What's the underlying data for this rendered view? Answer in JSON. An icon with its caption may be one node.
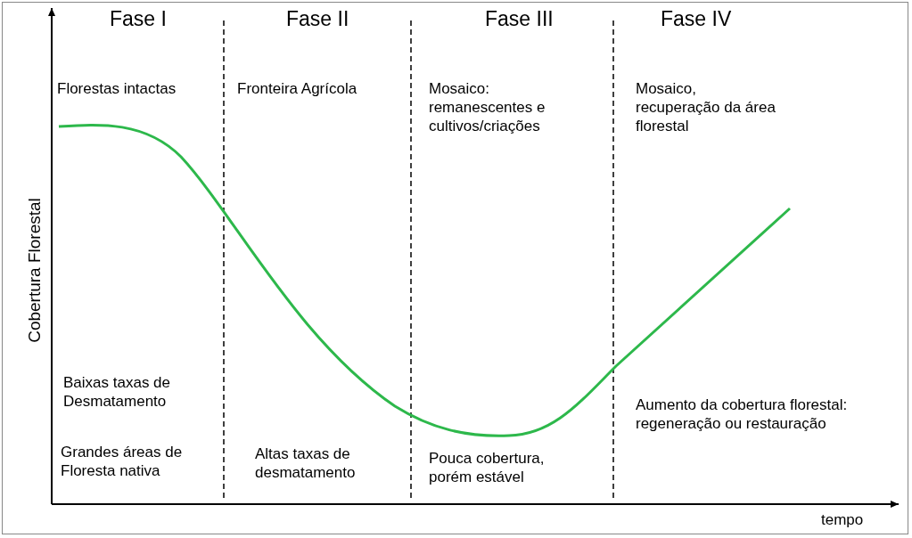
{
  "diagram": {
    "labels": [
      "Fase I",
      "Fase II",
      "Fase III",
      "Fase IV",
      "Florestas intactas",
      "Fronteira Agrícola",
      "Mosaico: remanescentes e cultivos/criações",
      "Mosaico, recuperação da área florestal",
      "Cobertura Florestal",
      "Baixas taxas de Desmatamento",
      "Aumento da cobertura florestal: regeneração ou restauração",
      "Grandes áreas de Floresta nativa",
      "Altas taxas de desmatamento",
      "Pouca cobertura, porém estável",
      "tempo"
    ]
  }
}
